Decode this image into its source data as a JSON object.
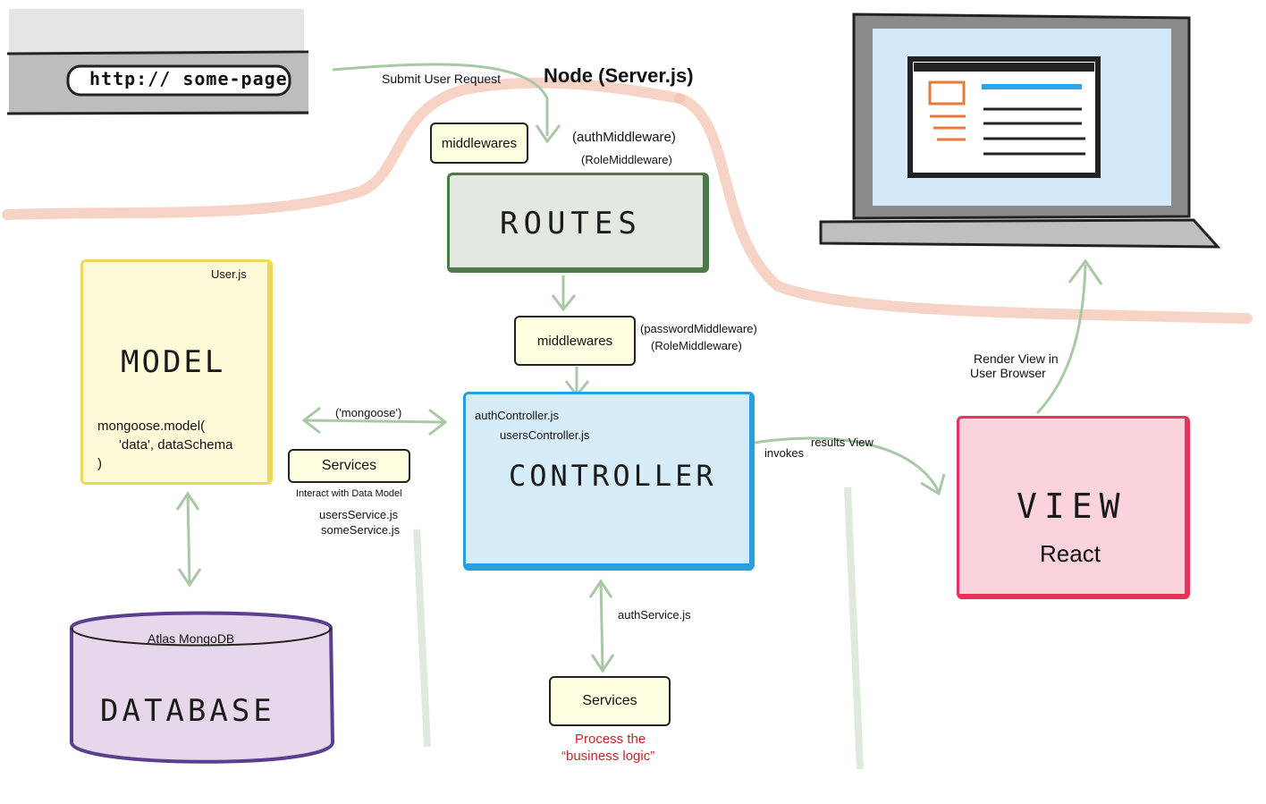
{
  "browser_bar": {
    "url": "http:// some-page"
  },
  "server": {
    "title": "Node (Server.js)"
  },
  "routes": {
    "label": "ROUTES",
    "submit_label": "Submit User Request",
    "middlewares_label": "middlewares",
    "middleware_1": "(authMiddleware)",
    "middleware_2": "(RoleMiddleware)"
  },
  "controller_middlewares": {
    "label": "middlewares",
    "middleware_1": "(passwordMiddleware)",
    "middleware_2": "(RoleMiddleware)"
  },
  "model": {
    "label": "MODEL",
    "file": "User.js",
    "code_1": "mongoose.model(",
    "code_2": "'data', dataSchema",
    "code_3": ")"
  },
  "mongoose_label": "('mongoose')",
  "model_services": {
    "label": "Services",
    "caption": "Interact with Data Model",
    "file_1": "usersService.js",
    "file_2": "someService.js"
  },
  "controller": {
    "label": "CONTROLLER",
    "file_1": "authController.js",
    "file_2": "usersController.js"
  },
  "invokes_label": "invokes",
  "results_label": "results View",
  "view": {
    "label": "VIEW",
    "sublabel": "React"
  },
  "render_label_1": "Render View in",
  "render_label_2": "User Browser",
  "database": {
    "label": "DATABASE",
    "sublabel": "Atlas MongoDB"
  },
  "auth_service_label": "authService.js",
  "logic_services": {
    "label": "Services",
    "caption_1": "Process the",
    "caption_2": "“business logic”"
  },
  "colors": {
    "routes_fill": "#e3e8e1",
    "routes_border": "#4a7a47",
    "model_fill": "#fffbd9",
    "model_border": "#f0d85a",
    "controller_fill": "#d6ecf9",
    "controller_border": "#2a9fe0",
    "view_fill": "#fbd3dc",
    "view_border": "#e8335b",
    "db_fill": "#e6d8ea",
    "db_border": "#5b3e8c",
    "arrow_green": "#a9c9a6",
    "arrow_salmon": "#f3c0ae",
    "caption_red": "#c0282c"
  }
}
